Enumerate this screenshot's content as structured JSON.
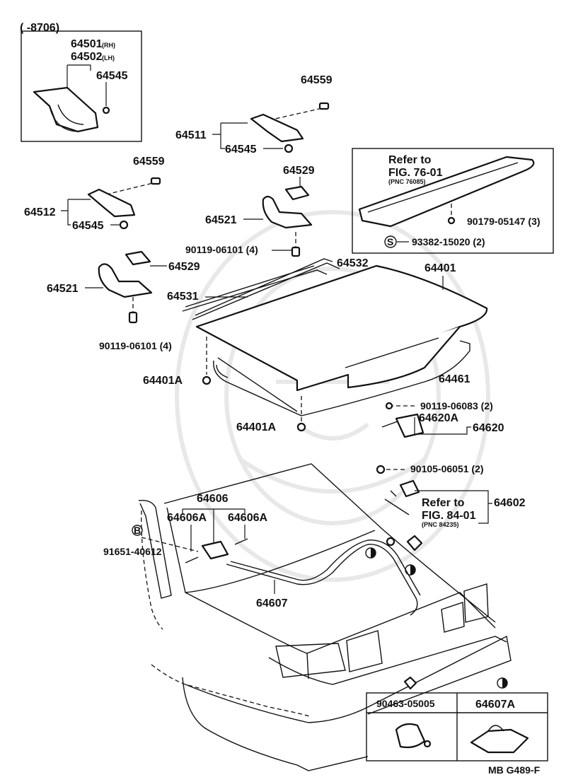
{
  "diagram": {
    "date_range": "(        -8706)",
    "figure_code": "MB G489-F",
    "labels": {
      "p64501": "64501",
      "p64501_side": "(RH)",
      "p64502": "64502",
      "p64502_side": "(LH)",
      "p64545_inset": "64545",
      "p64559_top": "64559",
      "p64511": "64511",
      "p64545_a": "64545",
      "p64559_b": "64559",
      "p64512": "64512",
      "p64545_b": "64545",
      "p64529_a": "64529",
      "p64521_a": "64521",
      "bolt_4_a": "90119-06101 (4)",
      "p64532": "64532",
      "p64401": "64401",
      "p64529_b": "64529",
      "p64521_b": "64521",
      "p64531": "64531",
      "bolt_4_b": "90119-06101 (4)",
      "p64401A_a": "64401A",
      "p64461": "64461",
      "bolt_2_a": "90119-06083 (2)",
      "p64620A": "64620A",
      "p64620": "64620",
      "p64401A_b": "64401A",
      "nut_2": "90105-06051 (2)",
      "p64602": "64602",
      "p64606": "64606",
      "p64606A_a": "64606A",
      "p64606A_b": "64606A",
      "clip_91651": "91651-40612",
      "p64607": "64607"
    },
    "spoiler_box": {
      "refer_to": "Refer to",
      "fig_ref": "FIG. 76-01",
      "pnc": "(PNC 76085)",
      "screw": "90179-05147 (3)",
      "s_symbol": "S",
      "s_part": "93382-15020 (2)"
    },
    "lock_ref": {
      "refer_to": "Refer to",
      "fig_ref": "FIG. 84-01",
      "pnc": "(PNC 84235)"
    },
    "bolt_symbol": "B",
    "legend": {
      "col1_part": "90463-05005",
      "col2_part": "64607A"
    }
  }
}
